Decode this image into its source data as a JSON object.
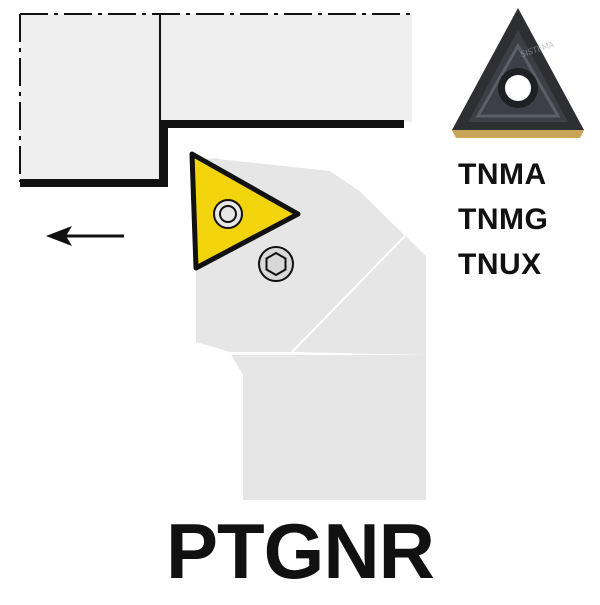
{
  "insert_grades": [
    "TNMA",
    "TNMG",
    "TNUX"
  ],
  "holder_code": "PTGNR",
  "watermark_text": "SISTEMA",
  "icons": [
    "workpiece",
    "feed-direction-arrow",
    "toolholder",
    "triangular-insert",
    "clamp-screw",
    "insert-photo"
  ],
  "colors": {
    "workpiece_fill": "#efefef",
    "holder_fill": "#e6e6e6",
    "insert_fill": "#f2d40c",
    "outline": "#111111"
  }
}
